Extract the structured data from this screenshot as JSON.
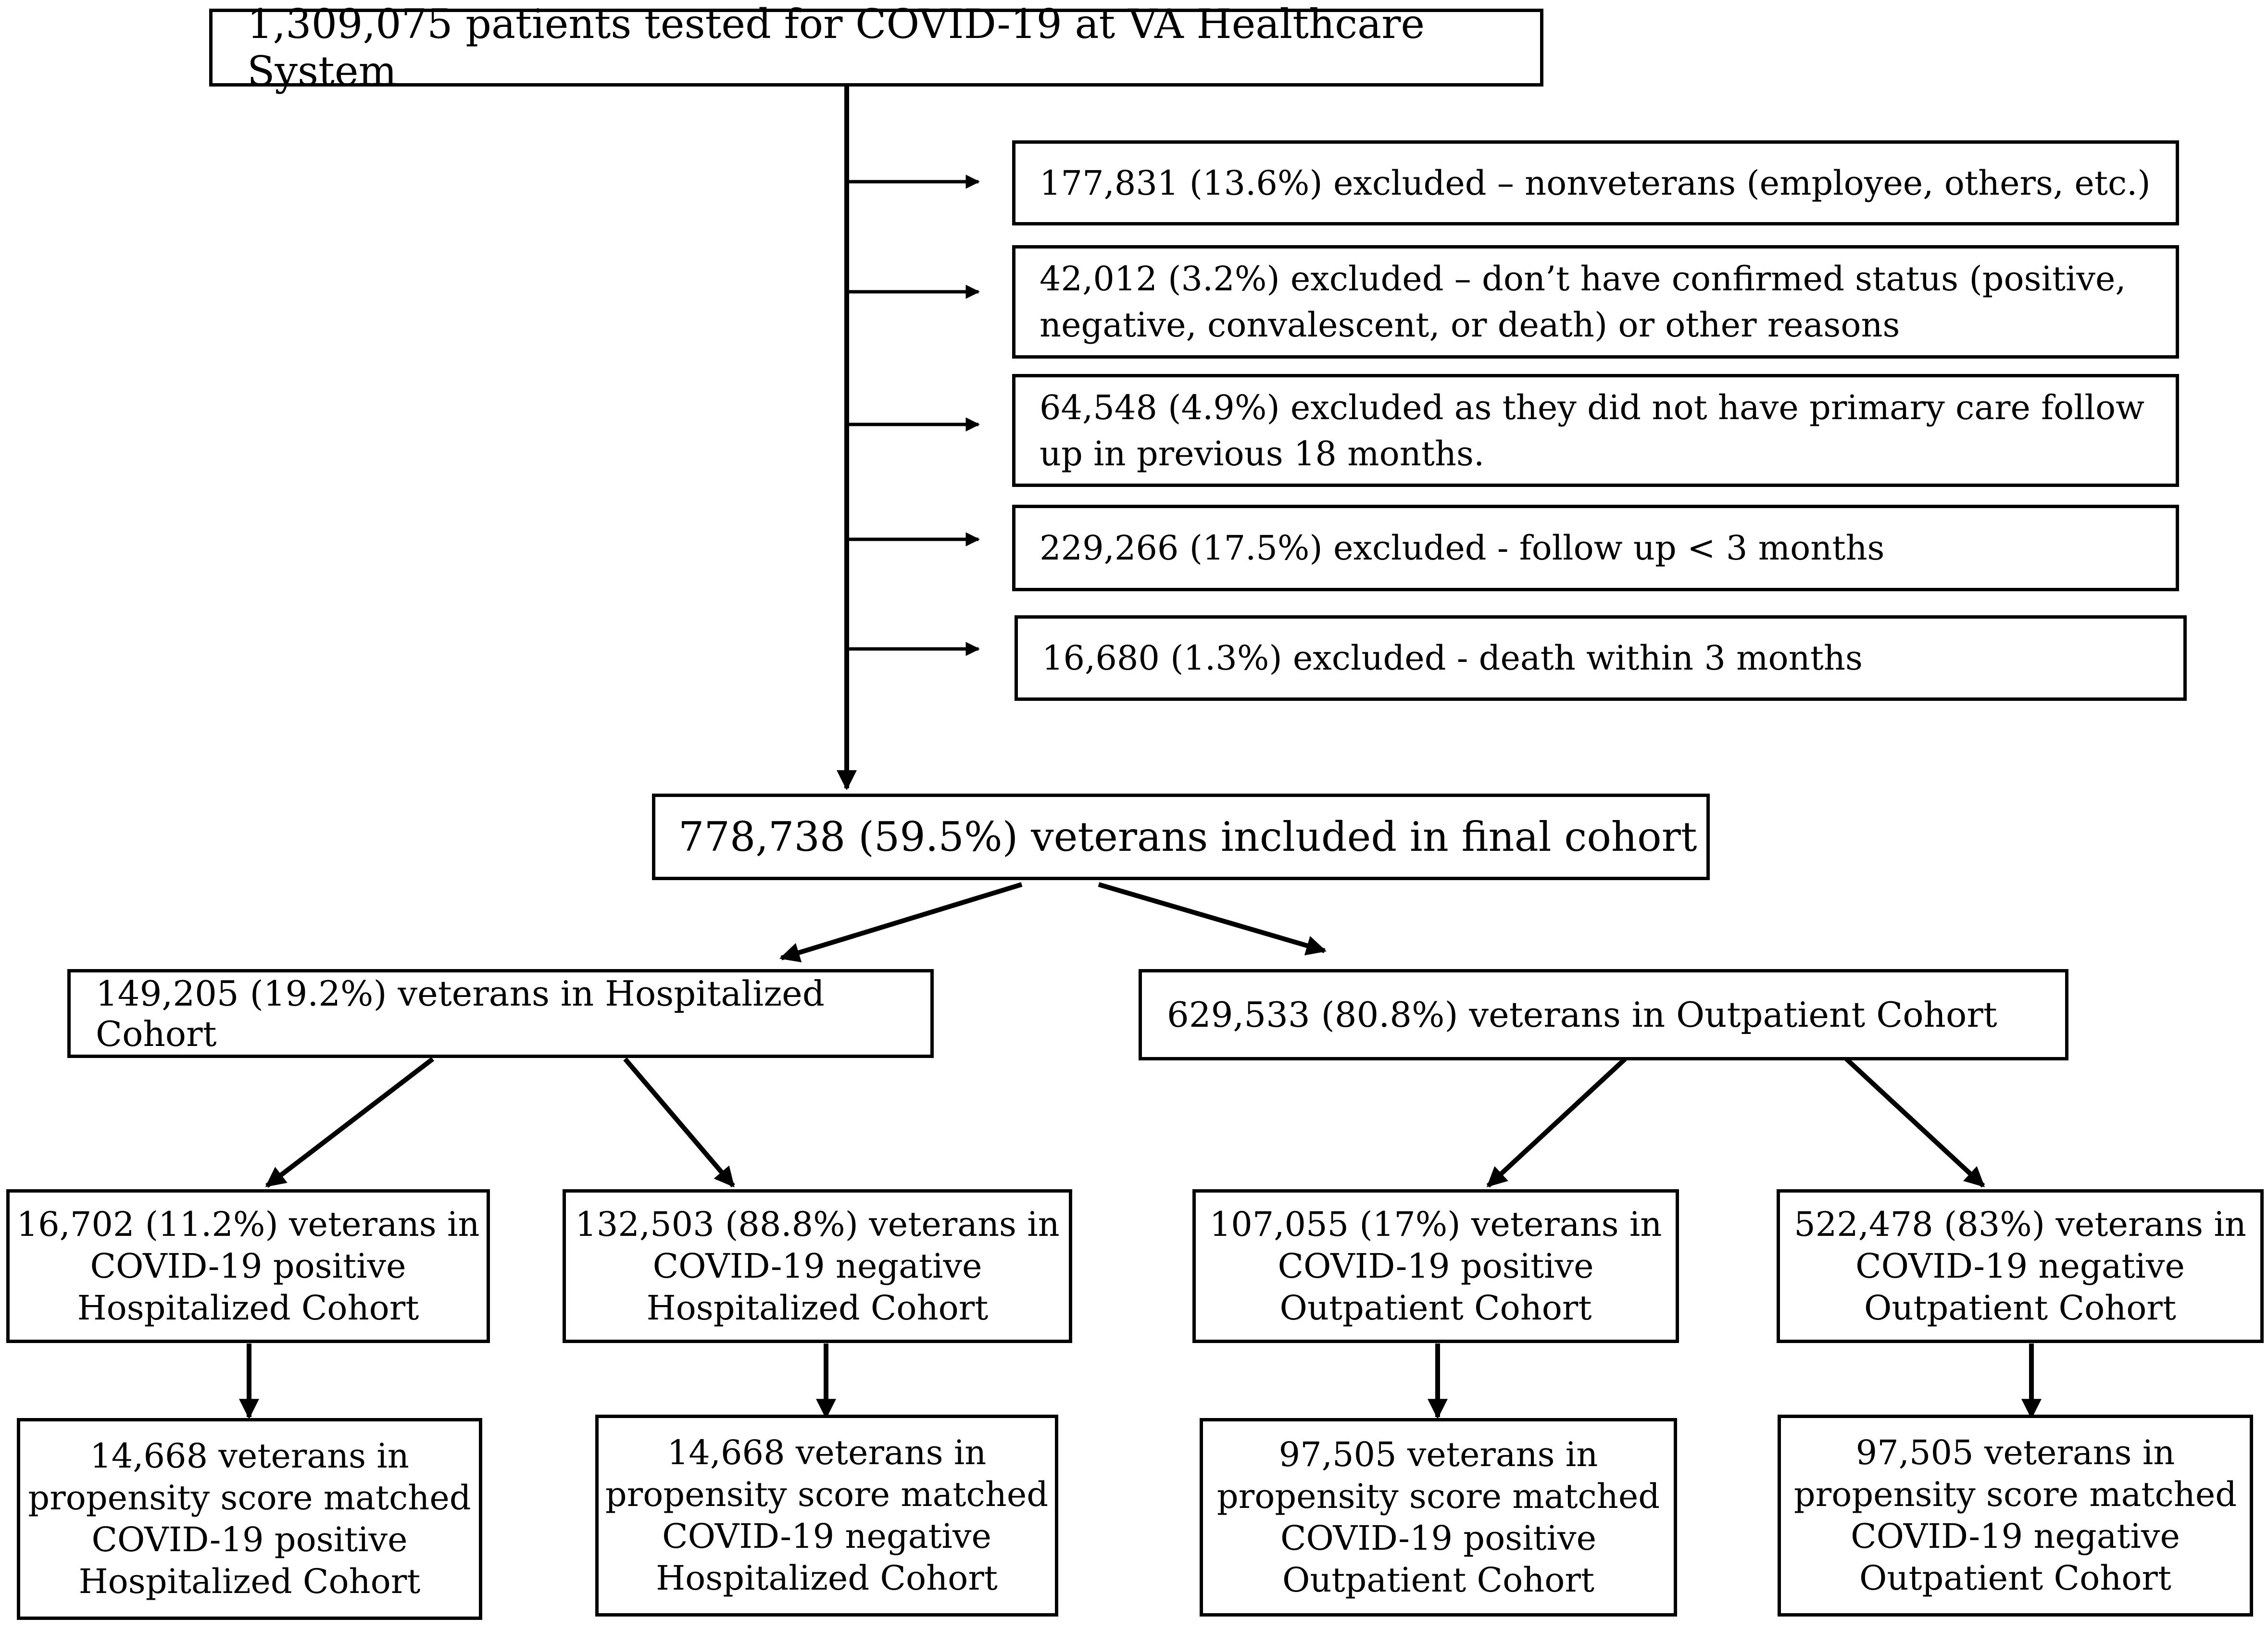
{
  "top": "1,309,075 patients tested for COVID-19 at VA Healthcare System",
  "exclusions": [
    "177,831 (13.6%) excluded – nonveterans (employee, others, etc.)",
    "42,012 (3.2%) excluded – don’t have confirmed status (positive, negative, convalescent, or death) or other reasons",
    "64,548 (4.9%) excluded as they did not have primary care follow up in previous 18 months.",
    "229,266 (17.5%) excluded - follow up < 3 months",
    "16,680 (1.3%) excluded - death within 3 months"
  ],
  "final_cohort": "778,738 (59.5%) veterans included in final cohort",
  "hospitalized": "149,205 (19.2%) veterans in Hospitalized Cohort",
  "outpatient": "629,533 (80.8%) veterans in Outpatient Cohort",
  "subgroups": [
    "16,702 (11.2%) veterans in\nCOVID-19 positive\nHospitalized Cohort",
    "132,503 (88.8%) veterans in\nCOVID-19 negative\nHospitalized Cohort",
    "107,055 (17%) veterans in\nCOVID-19 positive\nOutpatient Cohort",
    "522,478 (83%) veterans in\nCOVID-19 negative\nOutpatient Cohort"
  ],
  "matched": [
    "14,668 veterans in\npropensity score matched\nCOVID-19 positive\nHospitalized Cohort",
    "14,668 veterans in\npropensity score matched\nCOVID-19 negative\nHospitalized Cohort",
    "97,505 veterans in\npropensity score matched\nCOVID-19 positive\nOutpatient Cohort",
    "97,505 veterans in\npropensity score matched\nCOVID-19 negative\nOutpatient Cohort"
  ]
}
